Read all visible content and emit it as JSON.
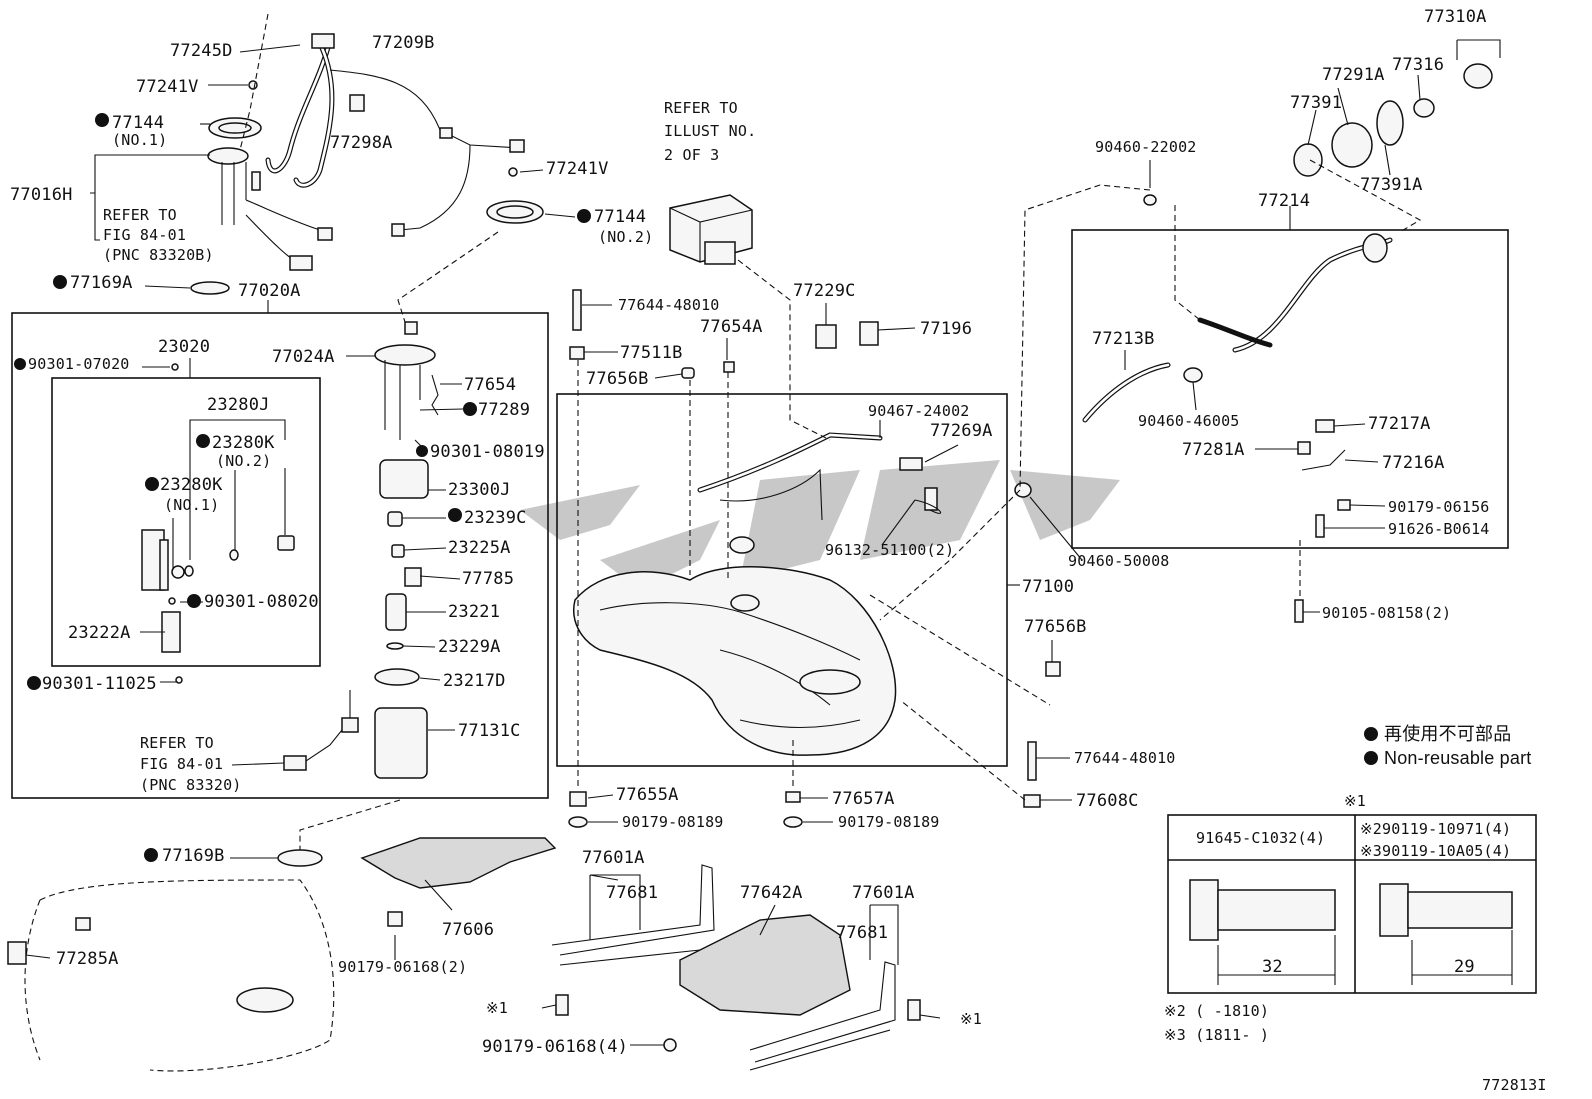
{
  "watermark_text": "eyo",
  "diagram_id": "772813I",
  "refer_top": [
    "REFER TO",
    "ILLUST NO.",
    "2 OF 3"
  ],
  "refer_fig_top": [
    "REFER TO",
    "FIG 84-01",
    "(PNC 83320B)"
  ],
  "refer_fig_bottom": [
    "REFER TO",
    "FIG 84-01",
    "(PNC 83320)"
  ],
  "legend": {
    "nonreusable_ja": "再使用不可部品",
    "nonreusable_en": "Non-reusable part",
    "note_mark": "※1",
    "note2": "※2 (      -1810)",
    "note3": "※3 (1811-      )"
  },
  "bolt_table": {
    "left_header": "91645-C1032(4)",
    "right_header_1": "※290119-10971(4)",
    "right_header_2": "※390119-10A05(4)",
    "left_dim": "32",
    "right_dim": "29"
  },
  "labels": {
    "p77245D": "77245D",
    "p77209B": "77209B",
    "p77241V_a": "77241V",
    "p77144_no1": "77144",
    "p77144_no1_sub": "(NO.1)",
    "p77298A": "77298A",
    "p77016H": "77016H",
    "p77241V_b": "77241V",
    "p77144_no2": "77144",
    "p77144_no2_sub": "(NO.2)",
    "p77169A": "77169A",
    "p77020A": "77020A",
    "p23020": "23020",
    "p90301_07020": "90301-07020",
    "p23280J": "23280J",
    "p23280K_no2": "23280K",
    "p23280K_no2_sub": "(NO.2)",
    "p23280K_no1": "23280K",
    "p23280K_no1_sub": "(NO.1)",
    "p90301_08020": "90301-08020",
    "p23222A": "23222A",
    "p90301_11025": "90301-11025",
    "p77024A": "77024A",
    "p77654": "77654",
    "p77289": "77289",
    "p90301_08019": "90301-08019",
    "p23300J": "23300J",
    "p23239C": "23239C",
    "p23225A": "23225A",
    "p77785": "77785",
    "p23221": "23221",
    "p23229A": "23229A",
    "p23217D": "23217D",
    "p77131C": "77131C",
    "p77169B": "77169B",
    "p77285A": "77285A",
    "p77606": "77606",
    "p90179_06168_2": "90179-06168(2)",
    "p77601A_a": "77601A",
    "p77681_a": "77681",
    "p77642A": "77642A",
    "p77601A_b": "77601A",
    "p77681_b": "77681",
    "p90179_06168_4": "90179-06168(4)",
    "p77644_48010_a": "77644-48010",
    "p77511B": "77511B",
    "p77654A": "77654A",
    "p77656B_a": "77656B",
    "p77229C": "77229C",
    "p77196": "77196",
    "p90467_24002": "90467-24002",
    "p77269A": "77269A",
    "p96132_51100": "96132-51100(2)",
    "p77100": "77100",
    "p77655A": "77655A",
    "p90179_08189_a": "90179-08189",
    "p77657A": "77657A",
    "p90179_08189_b": "90179-08189",
    "p77656B_b": "77656B",
    "p77644_48010_b": "77644-48010",
    "p77608C": "77608C",
    "p90460_22002": "90460-22002",
    "p77214": "77214",
    "p77213B": "77213B",
    "p90460_46005": "90460-46005",
    "p77217A": "77217A",
    "p77281A": "77281A",
    "p77216A": "77216A",
    "p90179_06156": "90179-06156",
    "p91626_B0614": "91626-B0614",
    "p90460_50008": "90460-50008",
    "p90105_08158": "90105-08158(2)",
    "p77310A": "77310A",
    "p77316": "77316",
    "p77291A": "77291A",
    "p77391": "77391",
    "p77391A": "77391A",
    "note1_a": "※1",
    "note1_b": "※1"
  }
}
